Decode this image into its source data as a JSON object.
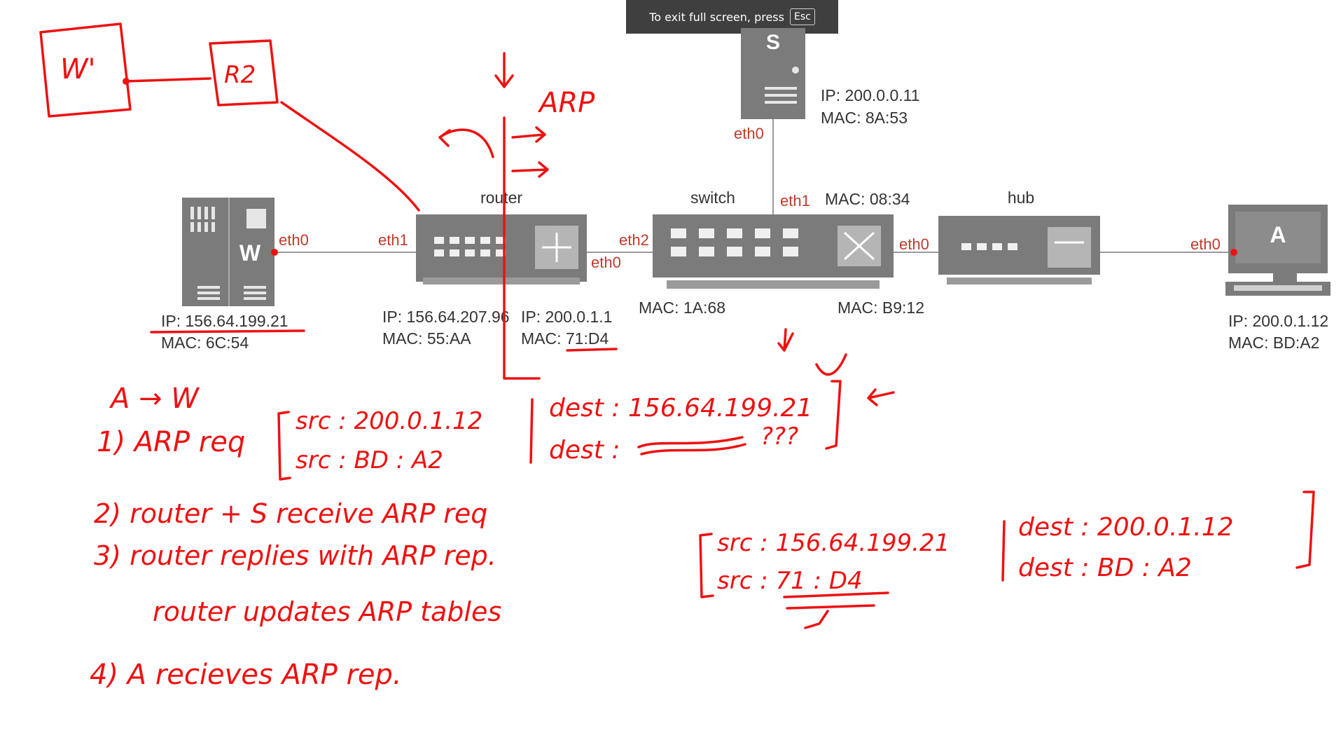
{
  "notice": {
    "text": "To exit full screen, press",
    "key": "Esc"
  },
  "colors": {
    "ink": "#ee1111",
    "device": "#7b7b7b",
    "port_label": "#c0392b",
    "text": "#333333",
    "notice_bg": "#3f3f3f"
  },
  "devices": {
    "server_w": {
      "letter": "W",
      "ip": "IP: 156.64.199.21",
      "mac": "MAC: 6C:54",
      "port": "eth0"
    },
    "router": {
      "title": "router",
      "port_left": "eth1",
      "port_right": "eth2",
      "port_right_below": "eth0",
      "left_ip": "IP: 156.64.207.96",
      "left_mac": "MAC: 55:AA",
      "right_ip": "IP: 200.0.1.1",
      "right_mac": "MAC: 71:D4"
    },
    "switch": {
      "title": "switch",
      "port_top": "eth1",
      "mac_top": "MAC: 08:34",
      "mac_left": "MAC: 1A:68",
      "mac_right": "MAC: B9:12",
      "port_right": "eth0"
    },
    "server_s": {
      "letter": "S",
      "ip": "IP: 200.0.0.11",
      "mac": "MAC: 8A:53",
      "port": "eth0"
    },
    "hub": {
      "title": "hub"
    },
    "host_a": {
      "letter": "A",
      "port": "eth0",
      "ip": "IP: 200.0.1.12",
      "mac": "MAC: BD:A2"
    }
  },
  "annotations": {
    "w_prime": "W'",
    "r2": "R2",
    "arp_top": "ARP",
    "a_to_w": "A → W",
    "step1": "1) ARP req",
    "req_src_ip": "src : 200.0.1.12",
    "req_src_mac": "src : BD : A2",
    "req_dest_ip": "dest : 156.64.199.21",
    "req_dest_mac": "dest :",
    "req_unknown": "???",
    "step2": "2) router + S receive ARP req",
    "step3": "3) router replies with ARP rep.",
    "step3b": "router updates ARP tables",
    "step4": "4) A recieves ARP rep.",
    "rep_src_ip": "src : 156.64.199.21",
    "rep_src_mac": "src : 71 : D4",
    "rep_dest_ip": "dest : 200.0.1.12",
    "rep_dest_mac": "dest : BD : A2"
  }
}
